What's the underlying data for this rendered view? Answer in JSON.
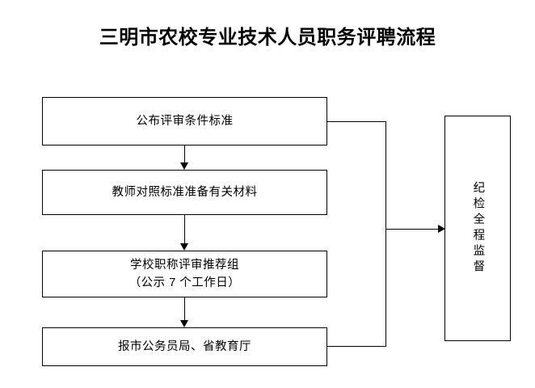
{
  "title": "三明市农校专业技术人员职务评聘流程",
  "diagram": {
    "type": "flowchart",
    "orientation": "vertical-with-side-lane",
    "background_color": "#ffffff",
    "line_color": "#000000",
    "text_color": "#000000",
    "steps": [
      {
        "id": "publish",
        "lines": [
          "公布评审条件标准"
        ],
        "order": 1
      },
      {
        "id": "prepare",
        "lines": [
          "教师对照标准准备有关材料"
        ],
        "order": 2
      },
      {
        "id": "recommend",
        "lines": [
          "学校职称评审推荐组",
          "（公示 7 个工作日）"
        ],
        "order": 3
      },
      {
        "id": "submit",
        "lines": [
          "报市公务员局、省教育厅"
        ],
        "order": 4
      }
    ],
    "side_lane": {
      "id": "supervision",
      "text": "纪检全程监督",
      "writing_mode": "vertical"
    },
    "connector_labels": []
  }
}
